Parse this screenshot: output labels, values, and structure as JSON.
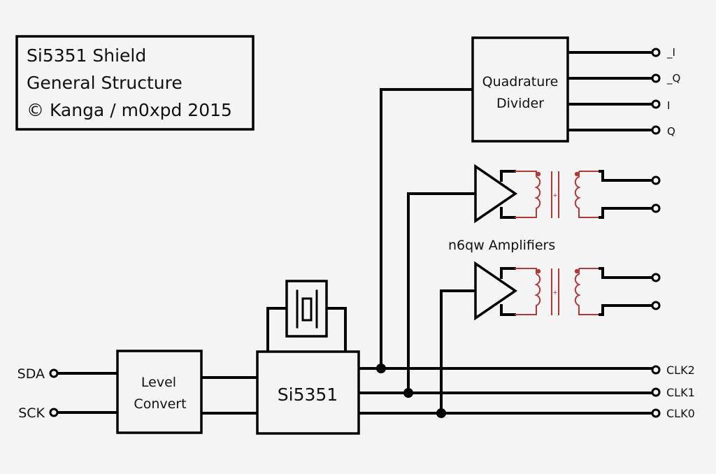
{
  "title_block": {
    "line1": "Si5351 Shield",
    "line2": "General Structure",
    "line3": "© Kanga / m0xpd 2015"
  },
  "blocks": {
    "quadrature_divider": {
      "line1": "Quadrature",
      "line2": "Divider"
    },
    "level_convert": {
      "line1": "Level",
      "line2": "Convert"
    },
    "si5351": {
      "label": "Si5351"
    },
    "amplifiers_label": "n6qw Amplifiers",
    "transformer_polarity": "+"
  },
  "terminals": {
    "quad_outputs": [
      "_I",
      "_Q",
      "I",
      "Q"
    ],
    "inputs": [
      "SDA",
      "SCK"
    ],
    "clocks": [
      "CLK2",
      "CLK1",
      "CLK0"
    ]
  },
  "colors": {
    "wire": "#000000",
    "transformer": "#b03a3a",
    "background": "#f5f4f4"
  }
}
